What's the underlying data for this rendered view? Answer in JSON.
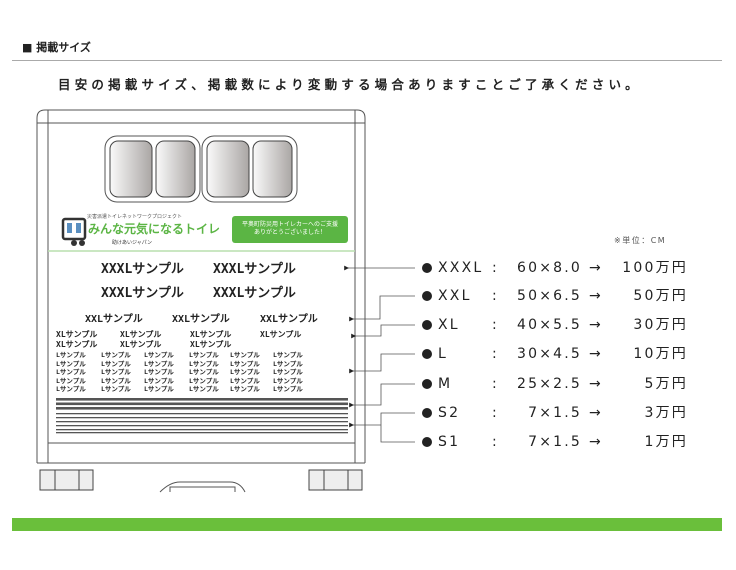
{
  "section_title": "■ 掲載サイズ",
  "notice": "目安の掲載サイズ、掲載数により変動する場合ありますことご了承ください。",
  "truck": {
    "logo_small": "災害派遣トイレネットワークプロジェクト",
    "logo_main": "みんな元気になるトイレ",
    "logo_sub": "助けあいジャパン",
    "thanks_line1": "平奥町防災用トイレカーへのご支援",
    "thanks_line2": "ありがとうございました！",
    "xxxl_sample": "XXXLサンプル",
    "xxl_sample": "XXLサンプル",
    "xl_sample": "XLサンプル",
    "l_sample": "Lサンプル"
  },
  "unit_note": "※単位：CM",
  "sizes": [
    {
      "label": "XXXL",
      "colon": ":",
      "dims": "60×8.0",
      "arrow": "→",
      "price": "100万円"
    },
    {
      "label": "XXL",
      "colon": ":",
      "dims": "50×6.5",
      "arrow": "→",
      "price": "50万円"
    },
    {
      "label": "XL",
      "colon": ":",
      "dims": "40×5.5",
      "arrow": "→",
      "price": "30万円"
    },
    {
      "label": "L",
      "colon": ":",
      "dims": "30×4.5",
      "arrow": "→",
      "price": "10万円"
    },
    {
      "label": "M",
      "colon": ":",
      "dims": "25×2.5",
      "arrow": "→",
      "price": "5万円"
    },
    {
      "label": "S2",
      "colon": ":",
      "dims": "7×1.5",
      "arrow": "→",
      "price": "3万円"
    },
    {
      "label": "S1",
      "colon": ":",
      "dims": "7×1.5",
      "arrow": "→",
      "price": "1万円"
    }
  ],
  "colors": {
    "brand_green": "#5bb544",
    "bar_green": "#6abf3b"
  }
}
